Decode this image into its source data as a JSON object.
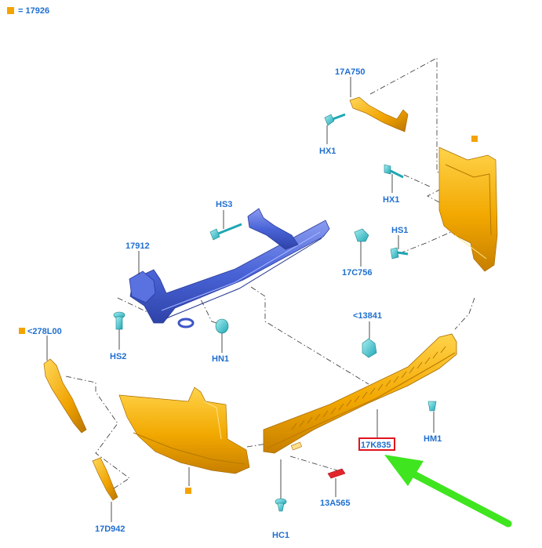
{
  "legend": {
    "swatch_color": "#f4a300",
    "text": "= 17926"
  },
  "colors": {
    "label": "#1f6fd0",
    "orange": "#f2a800",
    "orange_dark": "#c77f00",
    "blue": "#4a64d8",
    "cyan": "#39c3cf",
    "red": "#e3262c",
    "green": "#3fe51f",
    "highlight_box": "#e0141e"
  },
  "labels": {
    "p17A750": "17A750",
    "hx1_top": "HX1",
    "hx1_mid": "HX1",
    "hs3": "HS3",
    "hs1": "HS1",
    "p17C756": "17C756",
    "p17912": "17912",
    "hs2": "HS2",
    "hn1": "HN1",
    "p13841": "<13841",
    "p278L00": "<278L00",
    "p17K835": "17K835",
    "hm1": "HM1",
    "p13A565": "13A565",
    "p17D942": "17D942",
    "hc1": "HC1"
  },
  "icons": {
    "highlight_arrow": "green-arrow-icon",
    "marker": "orange-square-marker"
  }
}
